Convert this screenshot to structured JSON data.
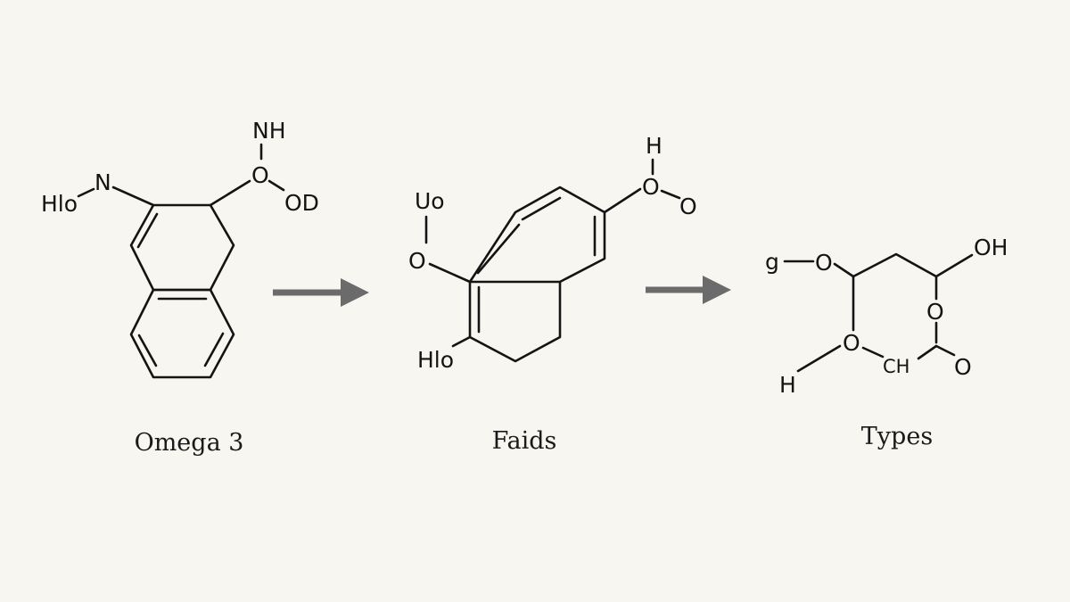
{
  "molecules": [
    {
      "caption": "Omega 3",
      "atoms": {
        "nh": "NH",
        "hlo": "Hlo",
        "n": "N",
        "o": "O",
        "od": "OD"
      }
    },
    {
      "caption": "Faids",
      "atoms": {
        "uo": "Uo",
        "o_left": "O",
        "hlo": "Hlo",
        "h_top": "H",
        "o_mid": "O",
        "o_right": "O"
      }
    },
    {
      "caption": "Types",
      "atoms": {
        "g": "g",
        "o_left": "O",
        "oh": "OH",
        "o_right": "O",
        "o_bottom": "O",
        "ch": "CH",
        "o_far": "O",
        "h": "H"
      }
    }
  ],
  "arrows": [
    "reaction-arrow",
    "reaction-arrow"
  ],
  "colors": {
    "background": "#f7f6f0",
    "ink": "#141414",
    "arrow": "#6b6b6b"
  }
}
